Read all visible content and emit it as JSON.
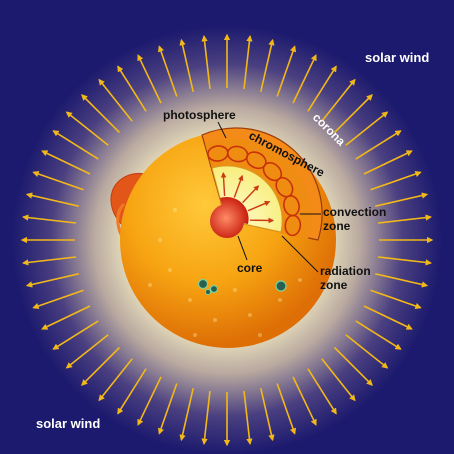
{
  "labels": {
    "solar_wind_top": "solar wind",
    "solar_wind_bottom": "solar wind",
    "corona": "corona",
    "photosphere": "photosphere",
    "chromosphere": "chromosphere",
    "convection_zone_line1": "convection",
    "convection_zone_line2": "zone",
    "radiation_zone_line1": "radiation",
    "radiation_zone_line2": "zone",
    "core": "core"
  },
  "colors": {
    "background": "#1c1a6e",
    "corona_glow": "#f4f0c8",
    "wind_arrow": "#f2b81a",
    "sun_body": "#f5a00e",
    "sun_shadow": "#d96a05",
    "convection_zone": "#f08a10",
    "radiation_zone": "#f6ea70",
    "core": "#e03a1a",
    "label_dark": "#111111",
    "label_light": "#ffffff"
  }
}
